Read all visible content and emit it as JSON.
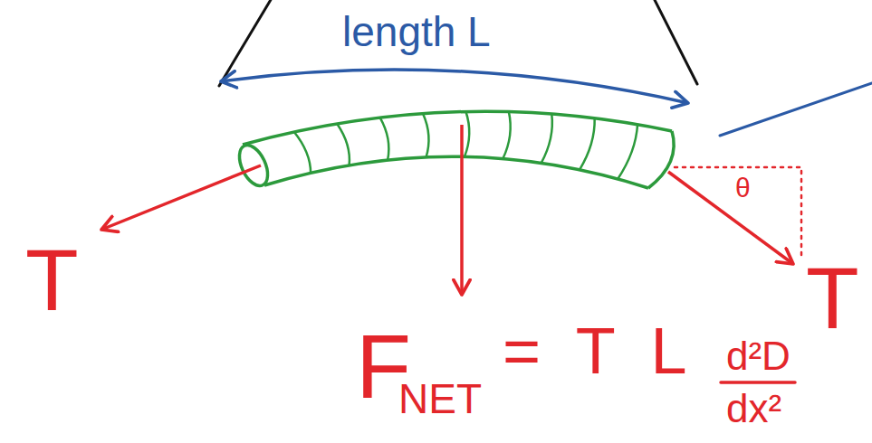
{
  "diagram": {
    "labels": [
      "length L",
      "T",
      "T",
      "θ",
      "F",
      "NET",
      "= T L",
      "d²D",
      "dx²"
    ]
  }
}
